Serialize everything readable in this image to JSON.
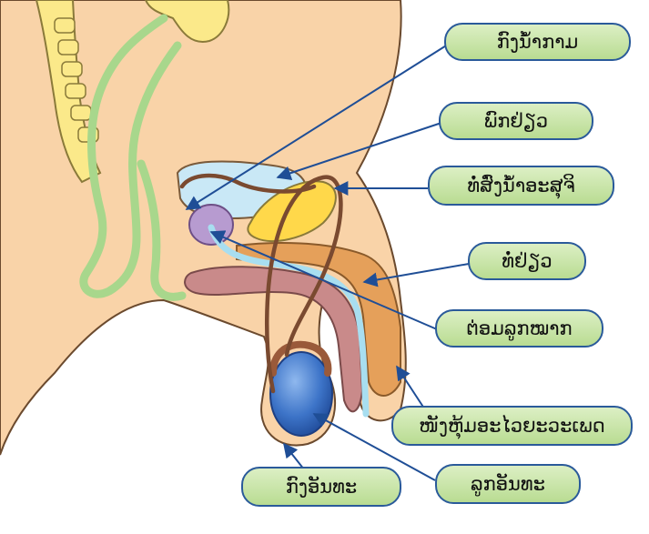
{
  "labels": {
    "vas_deferens": "ກົງນ້ຳກາມ",
    "seminal_vesicle": "ພົກຢ່ຽວ",
    "urethra_top": "ທໍ່ສົ່ງນ້ຳອະສຸຈິ",
    "urethra": "ທໍ່ຢ່ຽວ",
    "prostate": "ຕ່ອມລູກໝາກ",
    "scrotum_skin": "ໜັງຫຸ້ມອະໄວຍະວະເພດ",
    "epididymis": "ກົງອັນທະ",
    "testis": "ລູກອັນທະ"
  },
  "colors": {
    "label_border": "#2a5a9a",
    "label_fill": "#c8e6a8",
    "arrow": "#1f4e96",
    "skin": "#f9d3a8",
    "bone": "#fbe98a",
    "colon": "#a8d78c",
    "bladder": "#c9e8f6",
    "prostate": "#b79bd0",
    "testis": "#3d74c8",
    "erectile": "#e5a05a",
    "glans": "#b98b96"
  }
}
